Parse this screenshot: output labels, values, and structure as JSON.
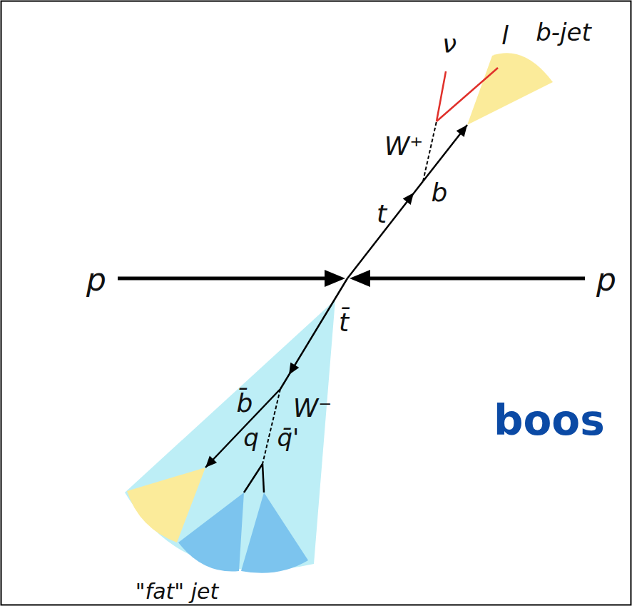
{
  "diagram": {
    "labels": [
      "ν",
      "l",
      "b-jet",
      "W⁺",
      "b",
      "t",
      "p",
      "p",
      "t̄",
      "b̄",
      "W⁻",
      "q",
      "q̄'",
      "\"fat\" jet",
      "boos"
    ]
  }
}
